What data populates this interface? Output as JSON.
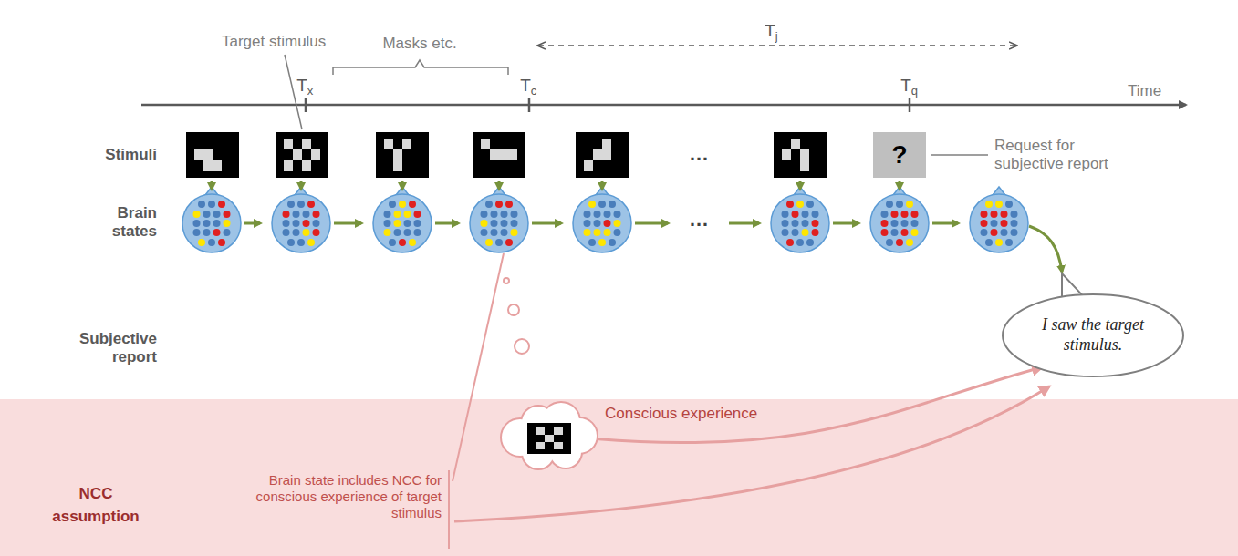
{
  "diagram": {
    "nodes": [
      {
        "text": [
          "?"
        ]
      },
      {
        "text": [
          "I saw the target stimulus."
        ]
      },
      {
        "text": [
          "NCC assumption"
        ]
      },
      {
        "text": [
          "Conscious experience"
        ],
        "in": 2
      }
    ],
    "edges": [
      {
        "from": 3,
        "to": 1,
        "arrow": "to"
      }
    ],
    "labels": [
      "Target stimulus",
      "T",
      "x",
      "Masks etc.",
      "T",
      "c",
      "T",
      "j",
      "T",
      "q",
      "Time",
      "Stimuli",
      "Brain states",
      "Subjective report",
      "…",
      "…",
      "Request for subjective report",
      "Brain state includes NCC for conscious experience of target stimulus"
    ]
  }
}
